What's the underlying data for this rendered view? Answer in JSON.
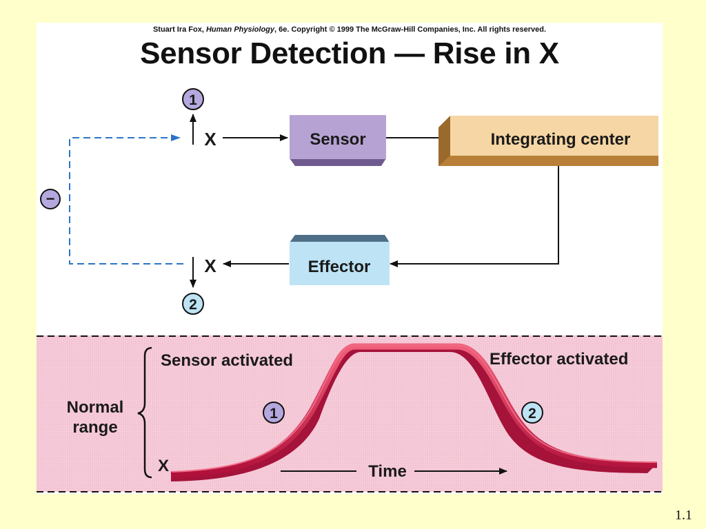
{
  "citation": {
    "author": "Stuart Ira Fox, ",
    "book": "Human Physiology",
    "rest": ", 6e. Copyright © 1999 The McGraw-Hill Companies, Inc.  All rights reserved."
  },
  "title": "Sensor Detection — Rise in X",
  "diagram": {
    "x_top": "X",
    "x_bottom": "X",
    "sensor": "Sensor",
    "integrating_center": "Integrating center",
    "effector": "Effector",
    "negative_sign": "−",
    "marker_1": "1",
    "marker_2": "2"
  },
  "graph": {
    "sensor_activated": "Sensor activated",
    "effector_activated": "Effector activated",
    "normal_range_line1": "Normal",
    "normal_range_line2": "range",
    "x_label": "X",
    "time_label": "Time",
    "marker_1": "1",
    "marker_2": "2"
  },
  "colors": {
    "page_background": "#ffffcc",
    "graph_band": "#f4c4d4",
    "curve": "#d01848",
    "sensor_box": "#b7a3d3",
    "integrating_box": "#f6d6a4",
    "effector_box": "#bde3f4",
    "feedback_dashed": "#2a73c8",
    "marker_fill": "#b5a8de"
  },
  "slide_number": "1.1"
}
